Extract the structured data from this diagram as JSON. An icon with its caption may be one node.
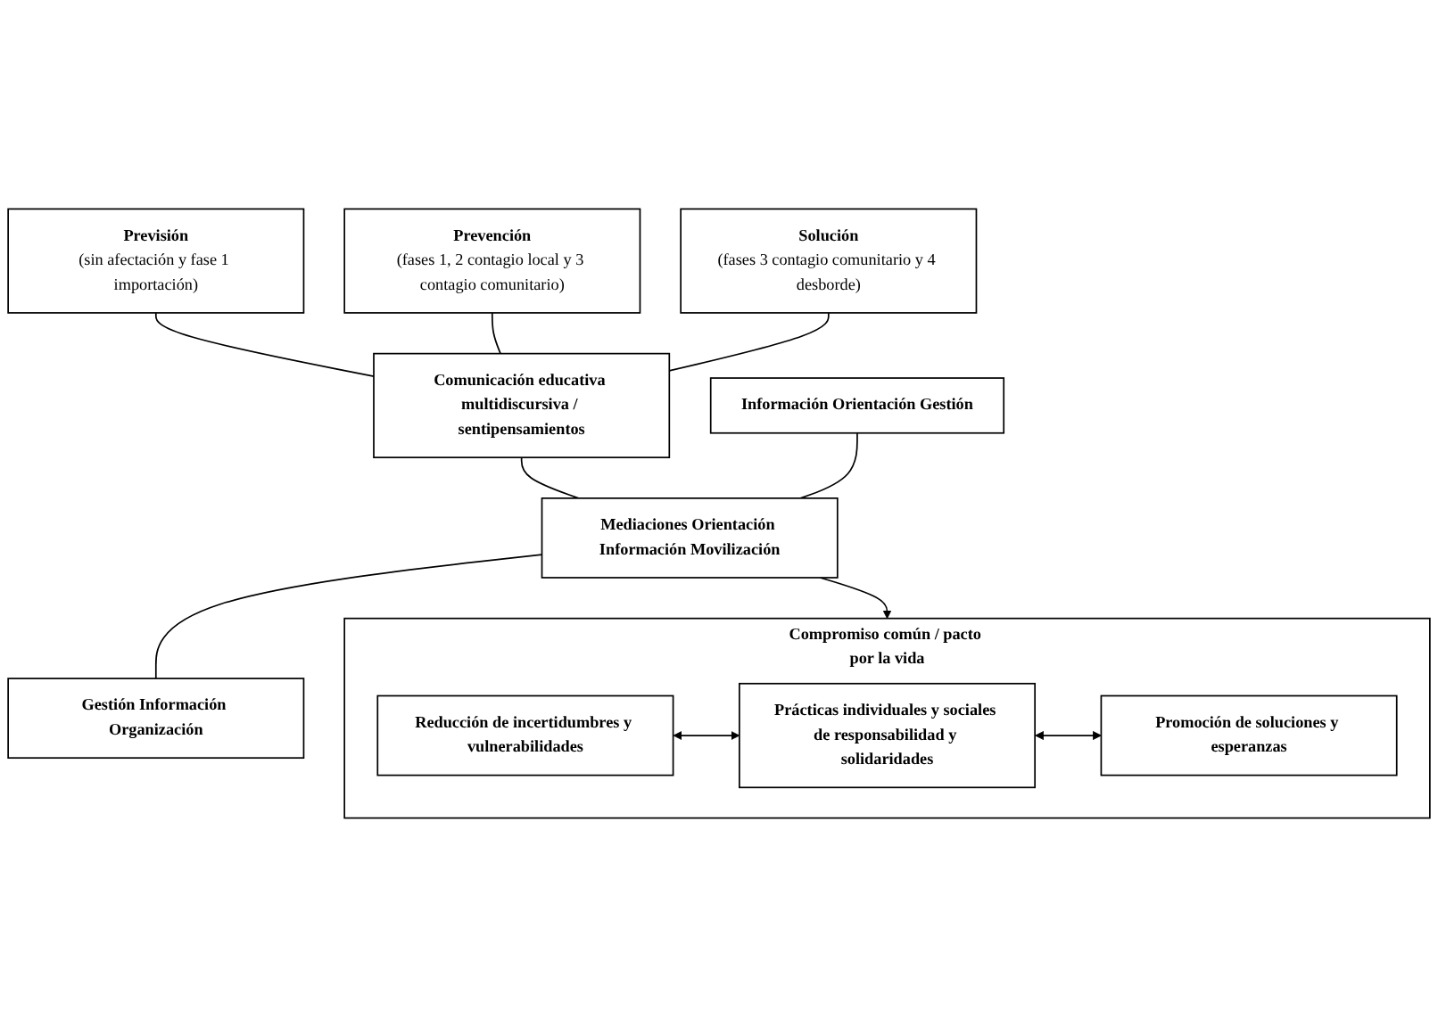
{
  "diagram": {
    "nodes": [
      {
        "text": [
          "Previsión",
          "(sin afectación y fase 1 importación)"
        ]
      },
      {
        "text": [
          "Prevención",
          "(fases 1, 2 contagio local y 3 contagio comunitario)"
        ]
      },
      {
        "text": [
          "Solución",
          "(fases 3 contagio comunitario y 4 desborde)"
        ]
      },
      {
        "text": [
          "Comunicación educativa multidiscursiva / sentipensamientos"
        ]
      },
      {
        "text": [
          "Información Orientación Gestión"
        ]
      },
      {
        "text": [
          "Mediaciones Orientación Información Movilización"
        ]
      },
      {
        "text": [
          "Gestión Información Organización"
        ]
      },
      {
        "text": [
          "Compromiso común / pacto por la vida"
        ]
      },
      {
        "text": [
          "Reducción de incertidumbres y vulnerabilidades"
        ],
        "in": 7
      },
      {
        "text": [
          "Prácticas individuales y sociales de responsabilidad y solidaridades"
        ],
        "in": 7
      },
      {
        "text": [
          "Promoción de soluciones y esperanzas"
        ],
        "in": 7
      }
    ],
    "edges": [
      {
        "from": 0,
        "to": 3,
        "arrow": "none"
      },
      {
        "from": 1,
        "to": 3,
        "arrow": "none"
      },
      {
        "from": 2,
        "to": 3,
        "arrow": "none"
      },
      {
        "from": 3,
        "to": 5,
        "arrow": "none"
      },
      {
        "from": 4,
        "to": 5,
        "arrow": "none"
      },
      {
        "from": 5,
        "to": 6,
        "arrow": "none"
      },
      {
        "from": 5,
        "to": 7,
        "arrow": "to"
      },
      {
        "from": 8,
        "to": 9,
        "arrow": "both"
      },
      {
        "from": 9,
        "to": 10,
        "arrow": "both"
      }
    ]
  }
}
